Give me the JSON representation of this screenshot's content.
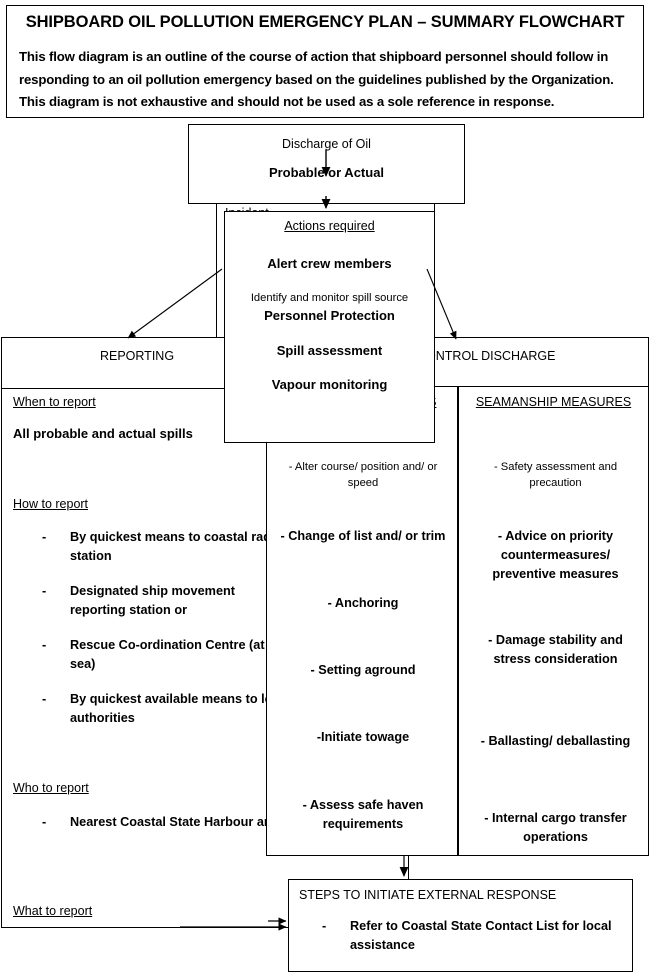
{
  "header": {
    "title": "SHIPBOARD OIL POLLUTION EMERGENCY PLAN – SUMMARY FLOWCHART",
    "paragraph": "This flow diagram is an outline of the course of action that shipboard personnel should follow in responding to an oil pollution emergency based on the guidelines published by the Organization. This diagram is not exhaustive and should not be used as a sole reference in response. Consideration"
  },
  "discharge_box": {
    "line1": "Discharge of Oil",
    "line2": "Probable or Actual"
  },
  "incident_box": {
    "label": "Incident"
  },
  "actions_box": {
    "title": "Actions required",
    "items": [
      {
        "text": "Alert crew members",
        "bold": true
      },
      {
        "text": "Identify and monitor spill source",
        "bold": false
      },
      {
        "text": "Personnel Protection",
        "bold": true
      },
      {
        "text": "Spill assessment",
        "bold": true
      },
      {
        "text": "Vapour monitoring",
        "bold": true
      }
    ]
  },
  "reporting": {
    "title": "REPORTING",
    "when_label": "When to report",
    "when_value": "All probable and actual spills",
    "how_label": "How to report",
    "how_items": [
      "By quickest means to coastal radio station",
      "Designated ship movement reporting station or",
      "Rescue Co-ordination Centre (at sea)",
      "By quickest available means to local authorities"
    ],
    "who_label": "Who to report",
    "who_items": [
      "Nearest Coastal State Harbour and"
    ],
    "what_label": "What to report"
  },
  "control_discharge": {
    "title": "CONTROL DISCHARGE",
    "navigation": {
      "title": "NAVIGATION MEASURES",
      "items": [
        {
          "text": "- Alter course/ position and/ or speed",
          "bold": false
        },
        {
          "text": "- Change of list and/ or trim",
          "bold": true
        },
        {
          "text": "- Anchoring",
          "bold": true
        },
        {
          "text": "- Setting aground",
          "bold": true
        },
        {
          "text": "-Initiate towage",
          "bold": true
        },
        {
          "text": "- Assess safe haven requirements",
          "bold": true
        }
      ]
    },
    "seamanship": {
      "title": "SEAMANSHIP MEASURES",
      "items": [
        {
          "text": "- Safety assessment and precaution",
          "bold": false
        },
        {
          "text": "- Advice on priority countermeasures/ preventive measures",
          "bold": true
        },
        {
          "text": "- Damage stability and stress consideration",
          "bold": true
        },
        {
          "text": "- Ballasting/ deballasting",
          "bold": true
        },
        {
          "text": "- Internal cargo transfer operations",
          "bold": true
        }
      ]
    }
  },
  "steps_box": {
    "title": "STEPS TO INITIATE EXTERNAL RESPONSE",
    "dash": "-",
    "item": "Refer to Coastal State Contact List for local assistance"
  },
  "colors": {
    "ink": "#000000",
    "paper": "#ffffff"
  }
}
